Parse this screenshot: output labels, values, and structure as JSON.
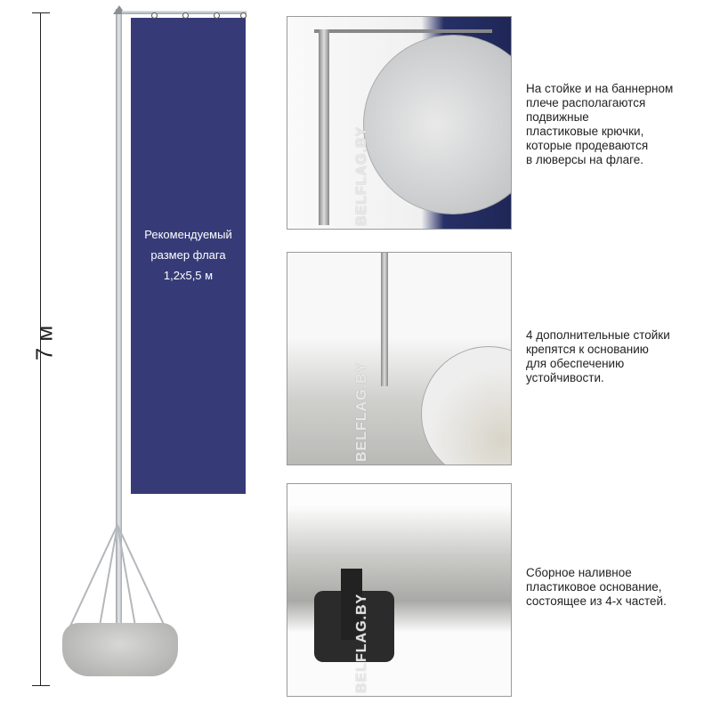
{
  "dimension": {
    "height_label": "7 м"
  },
  "flag": {
    "line1": "Рекомендуемый",
    "line2": "размер флага",
    "line3": "1,2x5,5 м",
    "color": "#363b78"
  },
  "watermark": "BELFLAG.BY",
  "features": [
    {
      "lines": [
        "На стойке и на баннерном",
        "плече располагаются",
        "подвижные",
        "пластиковые крючки,",
        "которые продеваются",
        "в люверсы на флаге."
      ]
    },
    {
      "lines": [
        "4 дополнительные стойки",
        "крепятся к основанию",
        "для обеспечению",
        "устойчивости."
      ]
    },
    {
      "lines": [
        "Сборное наливное",
        "пластиковое основание,",
        "состоящее из 4-х частей."
      ]
    }
  ]
}
